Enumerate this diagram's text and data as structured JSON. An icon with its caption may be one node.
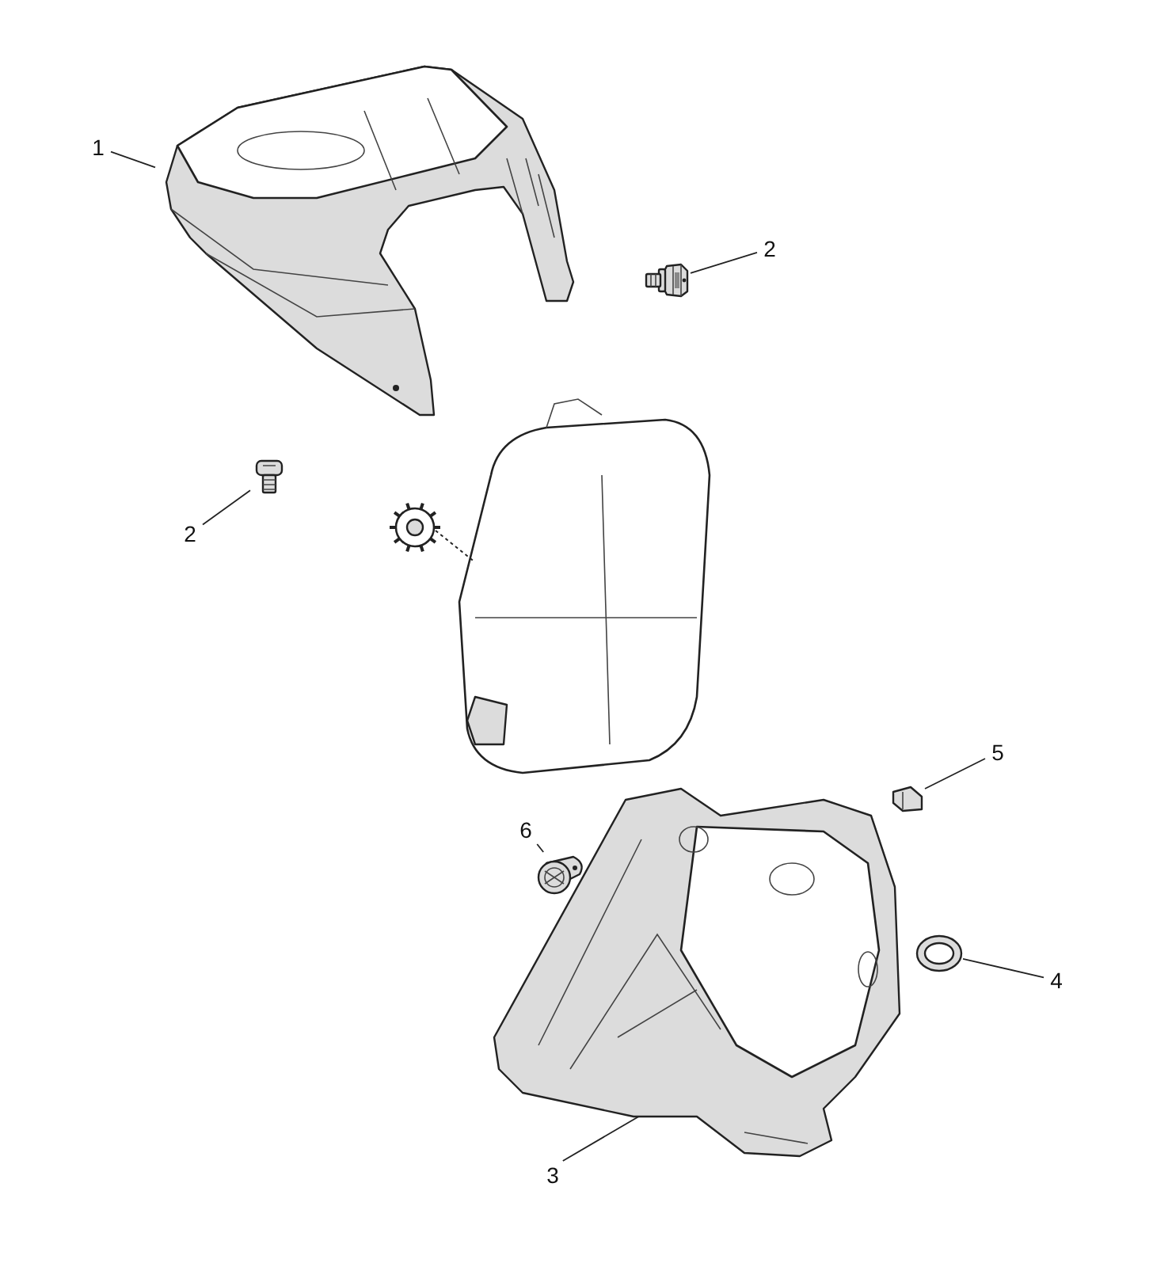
{
  "diagram": {
    "nodes": [
      {
        "text": [
          "1"
        ]
      },
      {
        "text": [],
        "shape": "picture"
      },
      {
        "text": [
          "2"
        ]
      },
      {
        "text": [],
        "shape": "picture"
      },
      {
        "text": [
          "2"
        ]
      },
      {
        "text": [],
        "shape": "picture"
      },
      {
        "text": [
          "5"
        ]
      },
      {
        "text": [],
        "shape": "picture"
      },
      {
        "text": [
          "6"
        ]
      },
      {
        "text": [],
        "shape": "picture"
      },
      {
        "text": [
          "4"
        ]
      },
      {
        "text": [],
        "shape": "circle"
      },
      {
        "text": [
          "3"
        ]
      },
      {
        "text": [],
        "shape": "picture"
      }
    ],
    "edges": [
      {
        "from": 0,
        "to": 1,
        "arrow": "none"
      },
      {
        "from": 2,
        "to": 3,
        "arrow": "none"
      },
      {
        "from": 4,
        "to": 5,
        "arrow": "none"
      },
      {
        "from": 6,
        "to": 7,
        "arrow": "none"
      },
      {
        "from": 8,
        "to": 9,
        "arrow": "none"
      },
      {
        "from": 10,
        "to": 11,
        "arrow": "none"
      },
      {
        "from": 12,
        "to": 13,
        "arrow": "none"
      }
    ]
  }
}
